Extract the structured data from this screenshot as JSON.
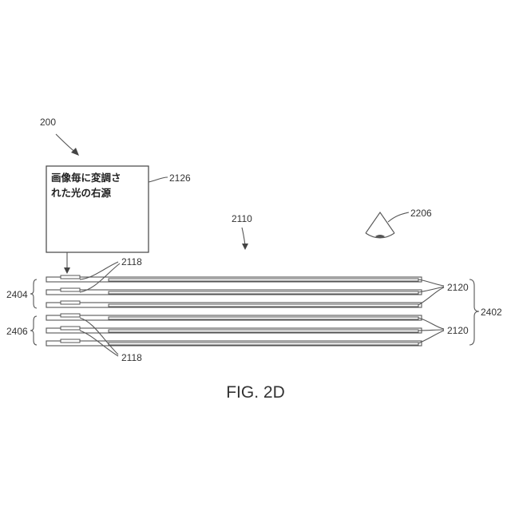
{
  "figure": {
    "caption": "FIG. 2D",
    "source_box": {
      "line1": "画像毎に変調さ",
      "line2": "れた光の右源"
    },
    "labels": {
      "system": "200",
      "source": "2126",
      "eyepiece": "2110",
      "eye": "2206",
      "stack_all": "2402",
      "stack_top": "2404",
      "stack_bottom": "2406",
      "incoupling_top": "2118",
      "incoupling_bottom": "2118",
      "outcoupling_top": "2120",
      "outcoupling_bottom": "2120"
    },
    "waveguide_count": 6
  }
}
